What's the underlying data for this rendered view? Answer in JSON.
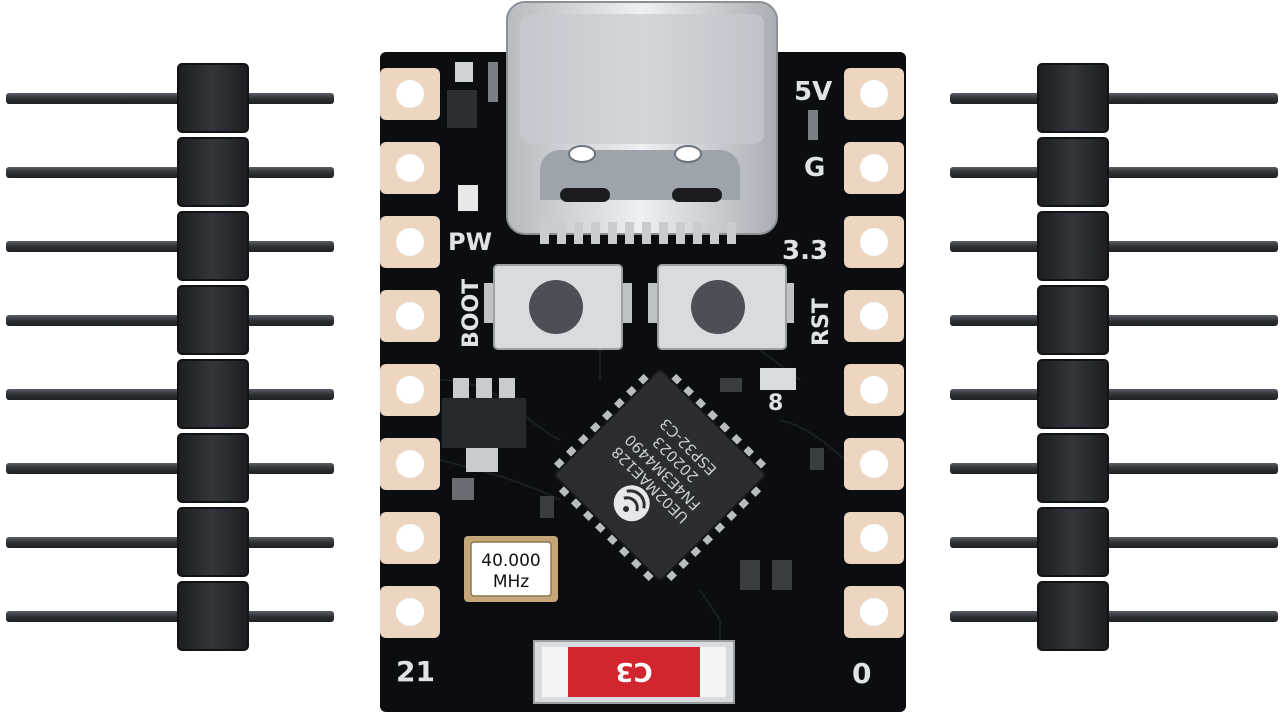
{
  "board": {
    "silkscreen": {
      "pin_5v": "5V",
      "pin_g": "G",
      "pin_33": "3.3",
      "pin_21": "21",
      "pin_0": "0",
      "pin_8": "8",
      "pw_label": "PW",
      "boot_label": "BOOT",
      "rst_label": "RST"
    },
    "crystal": {
      "line1": "40.000",
      "line2": "MHz"
    },
    "chip": {
      "line1": "ESP32-C3",
      "line2": "202023",
      "line3": "FN4E3M4490",
      "line4": "UE02MAE128"
    },
    "antenna_label": "C3",
    "colors": {
      "pcb": "#0c0d10",
      "pad_ring": "#ecd6c2",
      "usb_metal": "#d5d8dc",
      "chip_body": "#2b2d31",
      "antenna_red": "#d3252e",
      "header_plastic": "#26292d",
      "pin_metal": "#3b3f44",
      "silk": "#dfe3e6"
    }
  },
  "headers": {
    "pin_count_per_side": 8,
    "left_header_icon": "pin-header-icon",
    "right_header_icon": "pin-header-icon"
  }
}
